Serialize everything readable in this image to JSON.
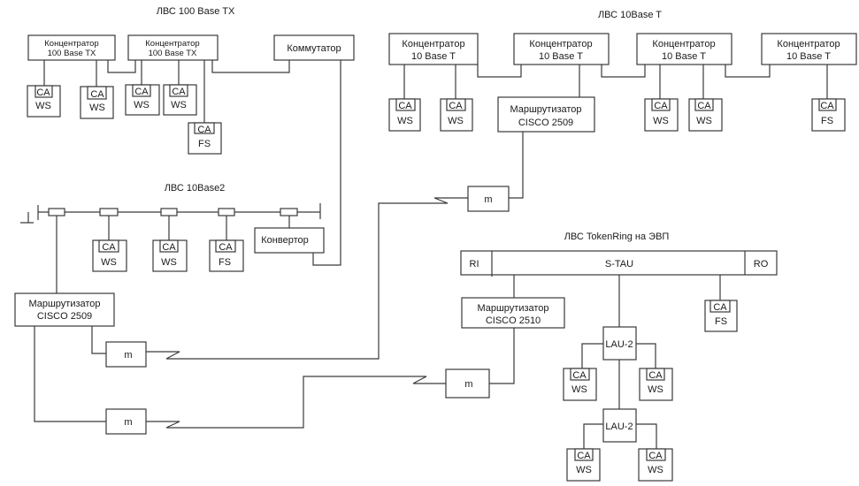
{
  "sections": {
    "lan_100basetx": {
      "title": "ЛВС 100 Base TX"
    },
    "lan_10baset": {
      "title": "ЛВС 10Base T"
    },
    "lan_10base2": {
      "title": "ЛВС 10Base2"
    },
    "lan_tokenring": {
      "title": "ЛВС TokenRing на ЭВП"
    }
  },
  "labels": {
    "hub": "Концентратор",
    "hub_100": "100 Base TX",
    "hub_10": "10 Base T",
    "switch": "Коммутатор",
    "converter": "Конвертор",
    "router": "Маршрутизатор",
    "router_2509": "CISCO 2509",
    "router_2510": "CISCO 2510",
    "modem": "m",
    "ca": "CA",
    "ws": "WS",
    "fs": "FS",
    "stau": "S-TAU",
    "ri": "RI",
    "ro": "RO",
    "lau": "LAU-2"
  },
  "colors": {
    "line": "#3a3a3a",
    "text": "#1a1a1a",
    "background": "#ffffff"
  }
}
